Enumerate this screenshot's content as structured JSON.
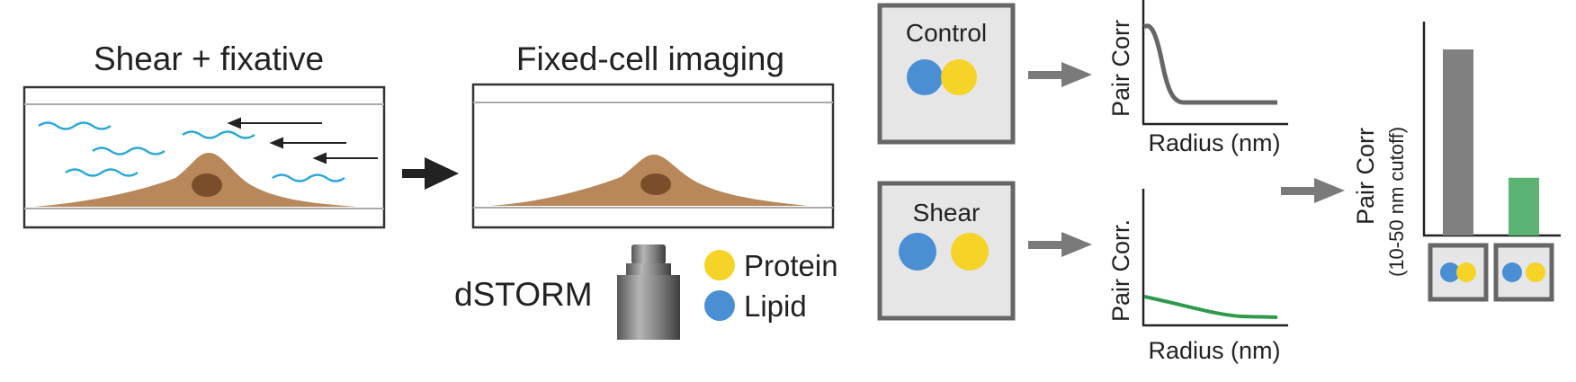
{
  "panel1": {
    "title": "Shear + fixative"
  },
  "panel2": {
    "title": "Fixed-cell imaging"
  },
  "imaging": {
    "method": "dSTORM"
  },
  "legend": [
    {
      "label": "Protein",
      "color": "#f5d327"
    },
    {
      "label": "Lipid",
      "color": "#4a8fd4"
    }
  ],
  "conditions": [
    {
      "label": "Control",
      "curve_color": "#666666"
    },
    {
      "label": "Shear",
      "curve_color": "#2e9a4a"
    }
  ],
  "curve_axes": {
    "control": {
      "ylabel": "Pair Corr",
      "xlabel": "Radius (nm)"
    },
    "shear": {
      "ylabel": "Pair Corr.",
      "xlabel": "Radius (nm)"
    }
  },
  "colors": {
    "cell": "#b8885a",
    "nucleus": "#7a4e2a",
    "flow_lines": "#2ea7d8",
    "box_fill": "#e6e6e6",
    "box_border": "#666666",
    "arrow_gray": "#7a7a7a"
  },
  "chart_data": {
    "type": "bar",
    "ylabel": "Pair Corr",
    "ylabel_sub": "(10-50  nm cutoff)",
    "categories": [
      "Control",
      "Shear"
    ],
    "values": [
      0.87,
      0.27
    ],
    "colors": [
      "#808080",
      "#5db374"
    ],
    "ylim": [
      0,
      1
    ]
  }
}
